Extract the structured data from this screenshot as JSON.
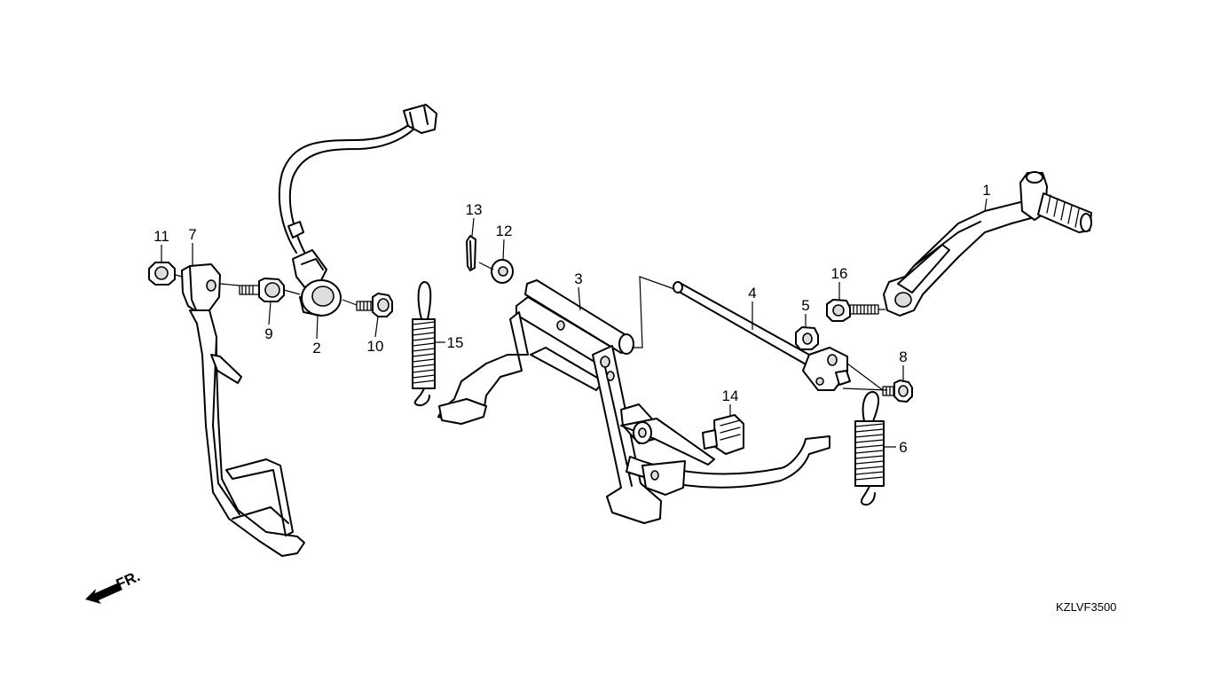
{
  "diagram": {
    "parts": [
      {
        "id": "p1",
        "number": "1"
      },
      {
        "id": "p2",
        "number": "2"
      },
      {
        "id": "p3",
        "number": "3"
      },
      {
        "id": "p4",
        "number": "4"
      },
      {
        "id": "p5",
        "number": "5"
      },
      {
        "id": "p6",
        "number": "6"
      },
      {
        "id": "p7",
        "number": "7"
      },
      {
        "id": "p8",
        "number": "8"
      },
      {
        "id": "p9",
        "number": "9"
      },
      {
        "id": "p10",
        "number": "10"
      },
      {
        "id": "p11",
        "number": "11"
      },
      {
        "id": "p12",
        "number": "12"
      },
      {
        "id": "p13",
        "number": "13"
      },
      {
        "id": "p14",
        "number": "14"
      },
      {
        "id": "p15",
        "number": "15"
      },
      {
        "id": "p16",
        "number": "16"
      }
    ],
    "front_indicator": "FR.",
    "figure_code": "KZLVF3500"
  }
}
